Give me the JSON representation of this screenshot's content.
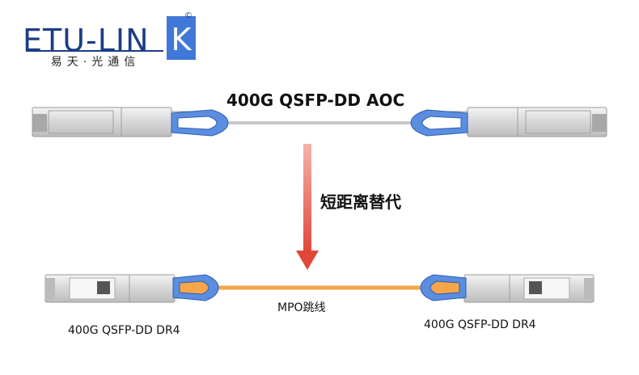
{
  "logo": {
    "wordmark": "ETU-LIN",
    "k_letter": "K",
    "registered": "©",
    "tagline": "易天·光通信",
    "brand_blue": "#1c3d86",
    "accent_blue": "#3f78d8"
  },
  "top_module": {
    "title": "400G QSFP-DD AOC"
  },
  "arrow": {
    "label": "短距离替代",
    "color": "#e0473a"
  },
  "bottom_module": {
    "cable_label": "MPO跳线",
    "left_label": "400G QSFP-DD DR4",
    "right_label": "400G QSFP-DD DR4",
    "cable_color": "#f5a64a"
  }
}
